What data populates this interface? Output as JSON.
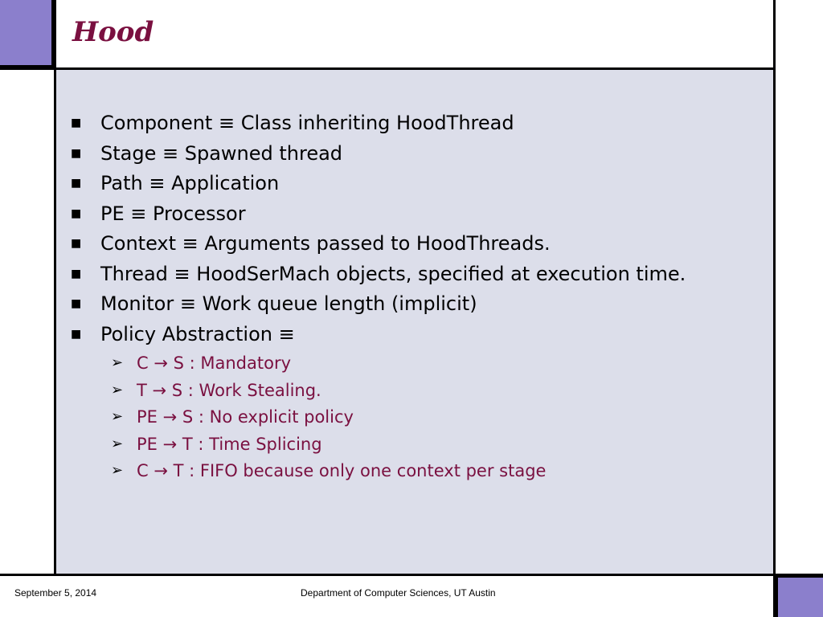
{
  "slide": {
    "title": "Hood",
    "bullets": [
      {
        "text": "Component ≡ Class inheriting HoodThread"
      },
      {
        "text": "Stage ≡ Spawned thread"
      },
      {
        "text": "Path ≡ Application"
      },
      {
        "text": "PE ≡ Processor"
      },
      {
        "text": "Context ≡ Arguments passed to HoodThreads."
      },
      {
        "text": "Thread ≡ HoodSerMach objects, specified at execution time."
      },
      {
        "text": "Monitor ≡ Work queue length (implicit)"
      },
      {
        "text": "Policy Abstraction ≡"
      }
    ],
    "sub_bullets": [
      {
        "text": "C → S : Mandatory"
      },
      {
        "text": "T → S : Work Stealing."
      },
      {
        "text": "PE → S : No explicit policy"
      },
      {
        "text": "PE → T : Time Splicing"
      },
      {
        "text": "C → T : FIFO because only one context per stage"
      }
    ],
    "bullet_marker": "■",
    "sub_marker": "➢"
  },
  "footer": {
    "date": "September 5, 2014",
    "department": "Department of Computer Sciences, UT Austin"
  },
  "colors": {
    "accent": "#8b7fcc",
    "title": "#7a1040",
    "content_bg": "#dcdeea"
  }
}
